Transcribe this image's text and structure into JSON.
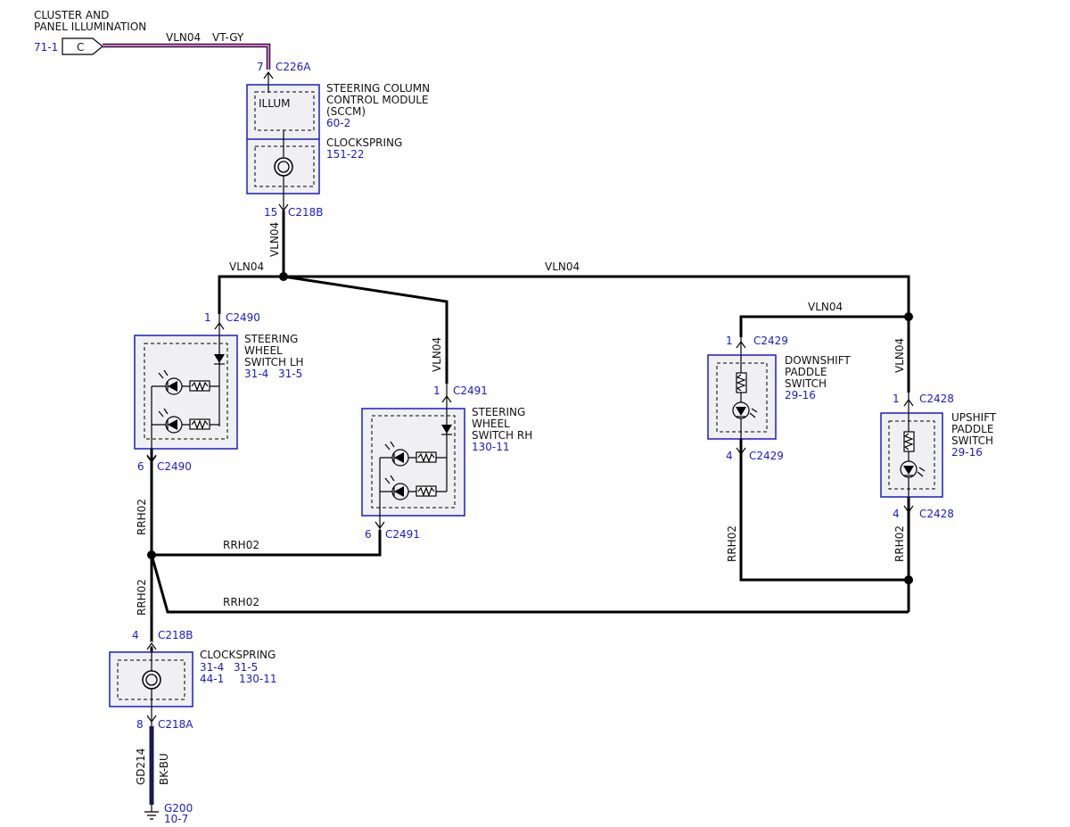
{
  "colors": {
    "wire": "#000000",
    "label_blue": "#1a1acc",
    "vt_gy": "#c060c0",
    "bk_bu": "#1a1a50",
    "box_fill": "#f0f0f2"
  },
  "source": {
    "title1": "CLUSTER AND",
    "title2": "PANEL ILLUMINATION",
    "ref": "71-1",
    "connector_letter": "C",
    "wire_name": "VLN04",
    "wire_color": "VT-GY"
  },
  "sccm": {
    "pin_top": "7",
    "conn_top": "C226A",
    "inner_label": "ILLUM",
    "title1": "STEERING COLUMN",
    "title2": "CONTROL MODULE",
    "title3": "(SCCM)",
    "ref": "60-2",
    "clock_title": "CLOCKSPRING",
    "clock_ref": "151-22",
    "pin_bottom": "15",
    "conn_bottom": "C218B"
  },
  "wires": {
    "vln04": "VLN04",
    "rrh02": "RRH02",
    "gd214": "GD214",
    "bk_bu": "BK-BU"
  },
  "switch_lh": {
    "pin_top": "1",
    "conn_top": "C2490",
    "title1": "STEERING",
    "title2": "WHEEL",
    "title3": "SWITCH LH",
    "ref1": "31-4",
    "ref2": "31-5",
    "pin_bottom": "6",
    "conn_bottom": "C2490"
  },
  "switch_rh": {
    "pin_top": "1",
    "conn_top": "C2491",
    "title1": "STEERING",
    "title2": "WHEEL",
    "title3": "SWITCH RH",
    "ref": "130-11",
    "pin_bottom": "6",
    "conn_bottom": "C2491"
  },
  "downshift": {
    "pin_top": "1",
    "conn_top": "C2429",
    "title1": "DOWNSHIFT",
    "title2": "PADDLE",
    "title3": "SWITCH",
    "ref": "29-16",
    "pin_bottom": "4",
    "conn_bottom": "C2429"
  },
  "upshift": {
    "pin_top": "1",
    "conn_top": "C2428",
    "title1": "UPSHIFT",
    "title2": "PADDLE",
    "title3": "SWITCH",
    "ref": "29-16",
    "pin_bottom": "4",
    "conn_bottom": "C2428"
  },
  "clockspring_low": {
    "pin_top": "4",
    "conn_top": "C218B",
    "title": "CLOCKSPRING",
    "ref1": "31-4",
    "ref2": "31-5",
    "ref3": "44-1",
    "ref4": "130-11",
    "pin_bottom": "8",
    "conn_bottom": "C218A"
  },
  "ground": {
    "name": "G200",
    "ref": "10-7"
  }
}
